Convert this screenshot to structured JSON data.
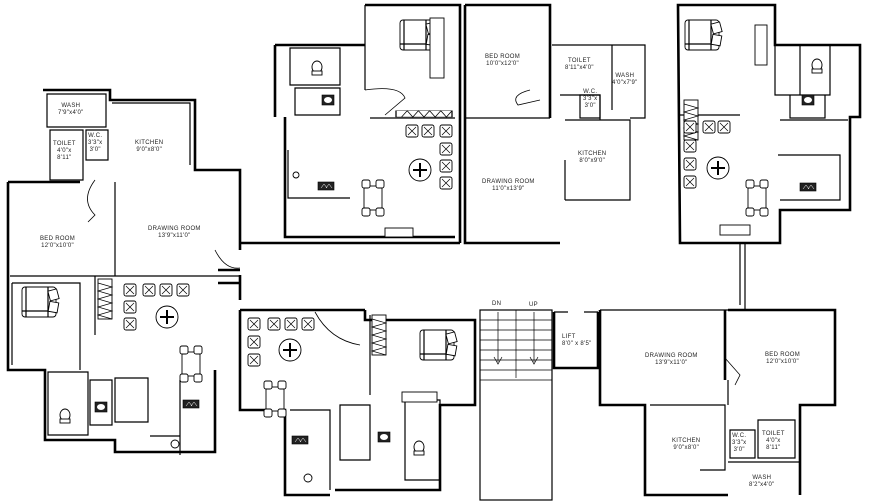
{
  "drawing": {
    "type": "floor-plan",
    "description": "Residential apartment floor plan with four flats, stair core and lift",
    "line_color": "#000000",
    "background": "#ffffff"
  },
  "core": {
    "stair": {
      "dn_label": "DN",
      "up_label": "UP"
    },
    "lift": {
      "name": "LIFT",
      "size": "8'0\" x 8'5\""
    }
  },
  "flats": {
    "west": {
      "wash": {
        "name": "WASH",
        "size": "7'9\"x4'0\""
      },
      "toilet": {
        "name": "TOILET",
        "size_line1": "4'0\"x",
        "size_line2": "8'11\""
      },
      "wc": {
        "name": "W.C.",
        "size_line1": "3'3\"x",
        "size_line2": "3'0\""
      },
      "kitchen": {
        "name": "KITCHEN",
        "size": "9'0\"x8'0\""
      },
      "bedroom": {
        "name": "BED ROOM",
        "size": "12'0\"x10'0\""
      },
      "drawing": {
        "name": "DRAWING ROOM",
        "size": "13'9\"x11'0\""
      }
    },
    "north_centre": {
      "bedroom": {
        "name": "BED ROOM",
        "size": "10'0\"x12'0\""
      },
      "toilet": {
        "name": "TOILET",
        "size": "8'11\"x4'0\""
      },
      "wash": {
        "name": "WASH",
        "size": "4'0\"x7'9\""
      },
      "wc": {
        "name": "W.C.",
        "size_line1": "3'3\"x",
        "size_line2": "3'0\""
      },
      "kitchen": {
        "name": "KITCHEN",
        "size": "8'0\"x9'0\""
      },
      "drawing": {
        "name": "DRAWING ROOM",
        "size": "11'0\"x13'9\""
      }
    },
    "south_east": {
      "drawing": {
        "name": "DRAWING ROOM",
        "size": "13'9\"x11'0\""
      },
      "bedroom": {
        "name": "BED ROOM",
        "size": "12'0\"x10'0\""
      },
      "kitchen": {
        "name": "KITCHEN",
        "size": "9'0\"x8'0\""
      },
      "wc": {
        "name": "W.C.",
        "size_line1": "3'3\"x",
        "size_line2": "3'0\""
      },
      "toilet": {
        "name": "TOILET",
        "size_line1": "4'0\"x",
        "size_line2": "8'11\""
      },
      "wash": {
        "name": "WASH",
        "size": "8'2\"x4'0\""
      }
    }
  },
  "icons": {
    "bed": "bed-icon",
    "sofa_seat": "sofa-seat-icon",
    "table_fan": "ceiling-fan-icon",
    "dining": "dining-table-icon",
    "wc_pan": "toilet-icon",
    "stove": "stove-icon",
    "wardrobe": "wardrobe-icon"
  }
}
